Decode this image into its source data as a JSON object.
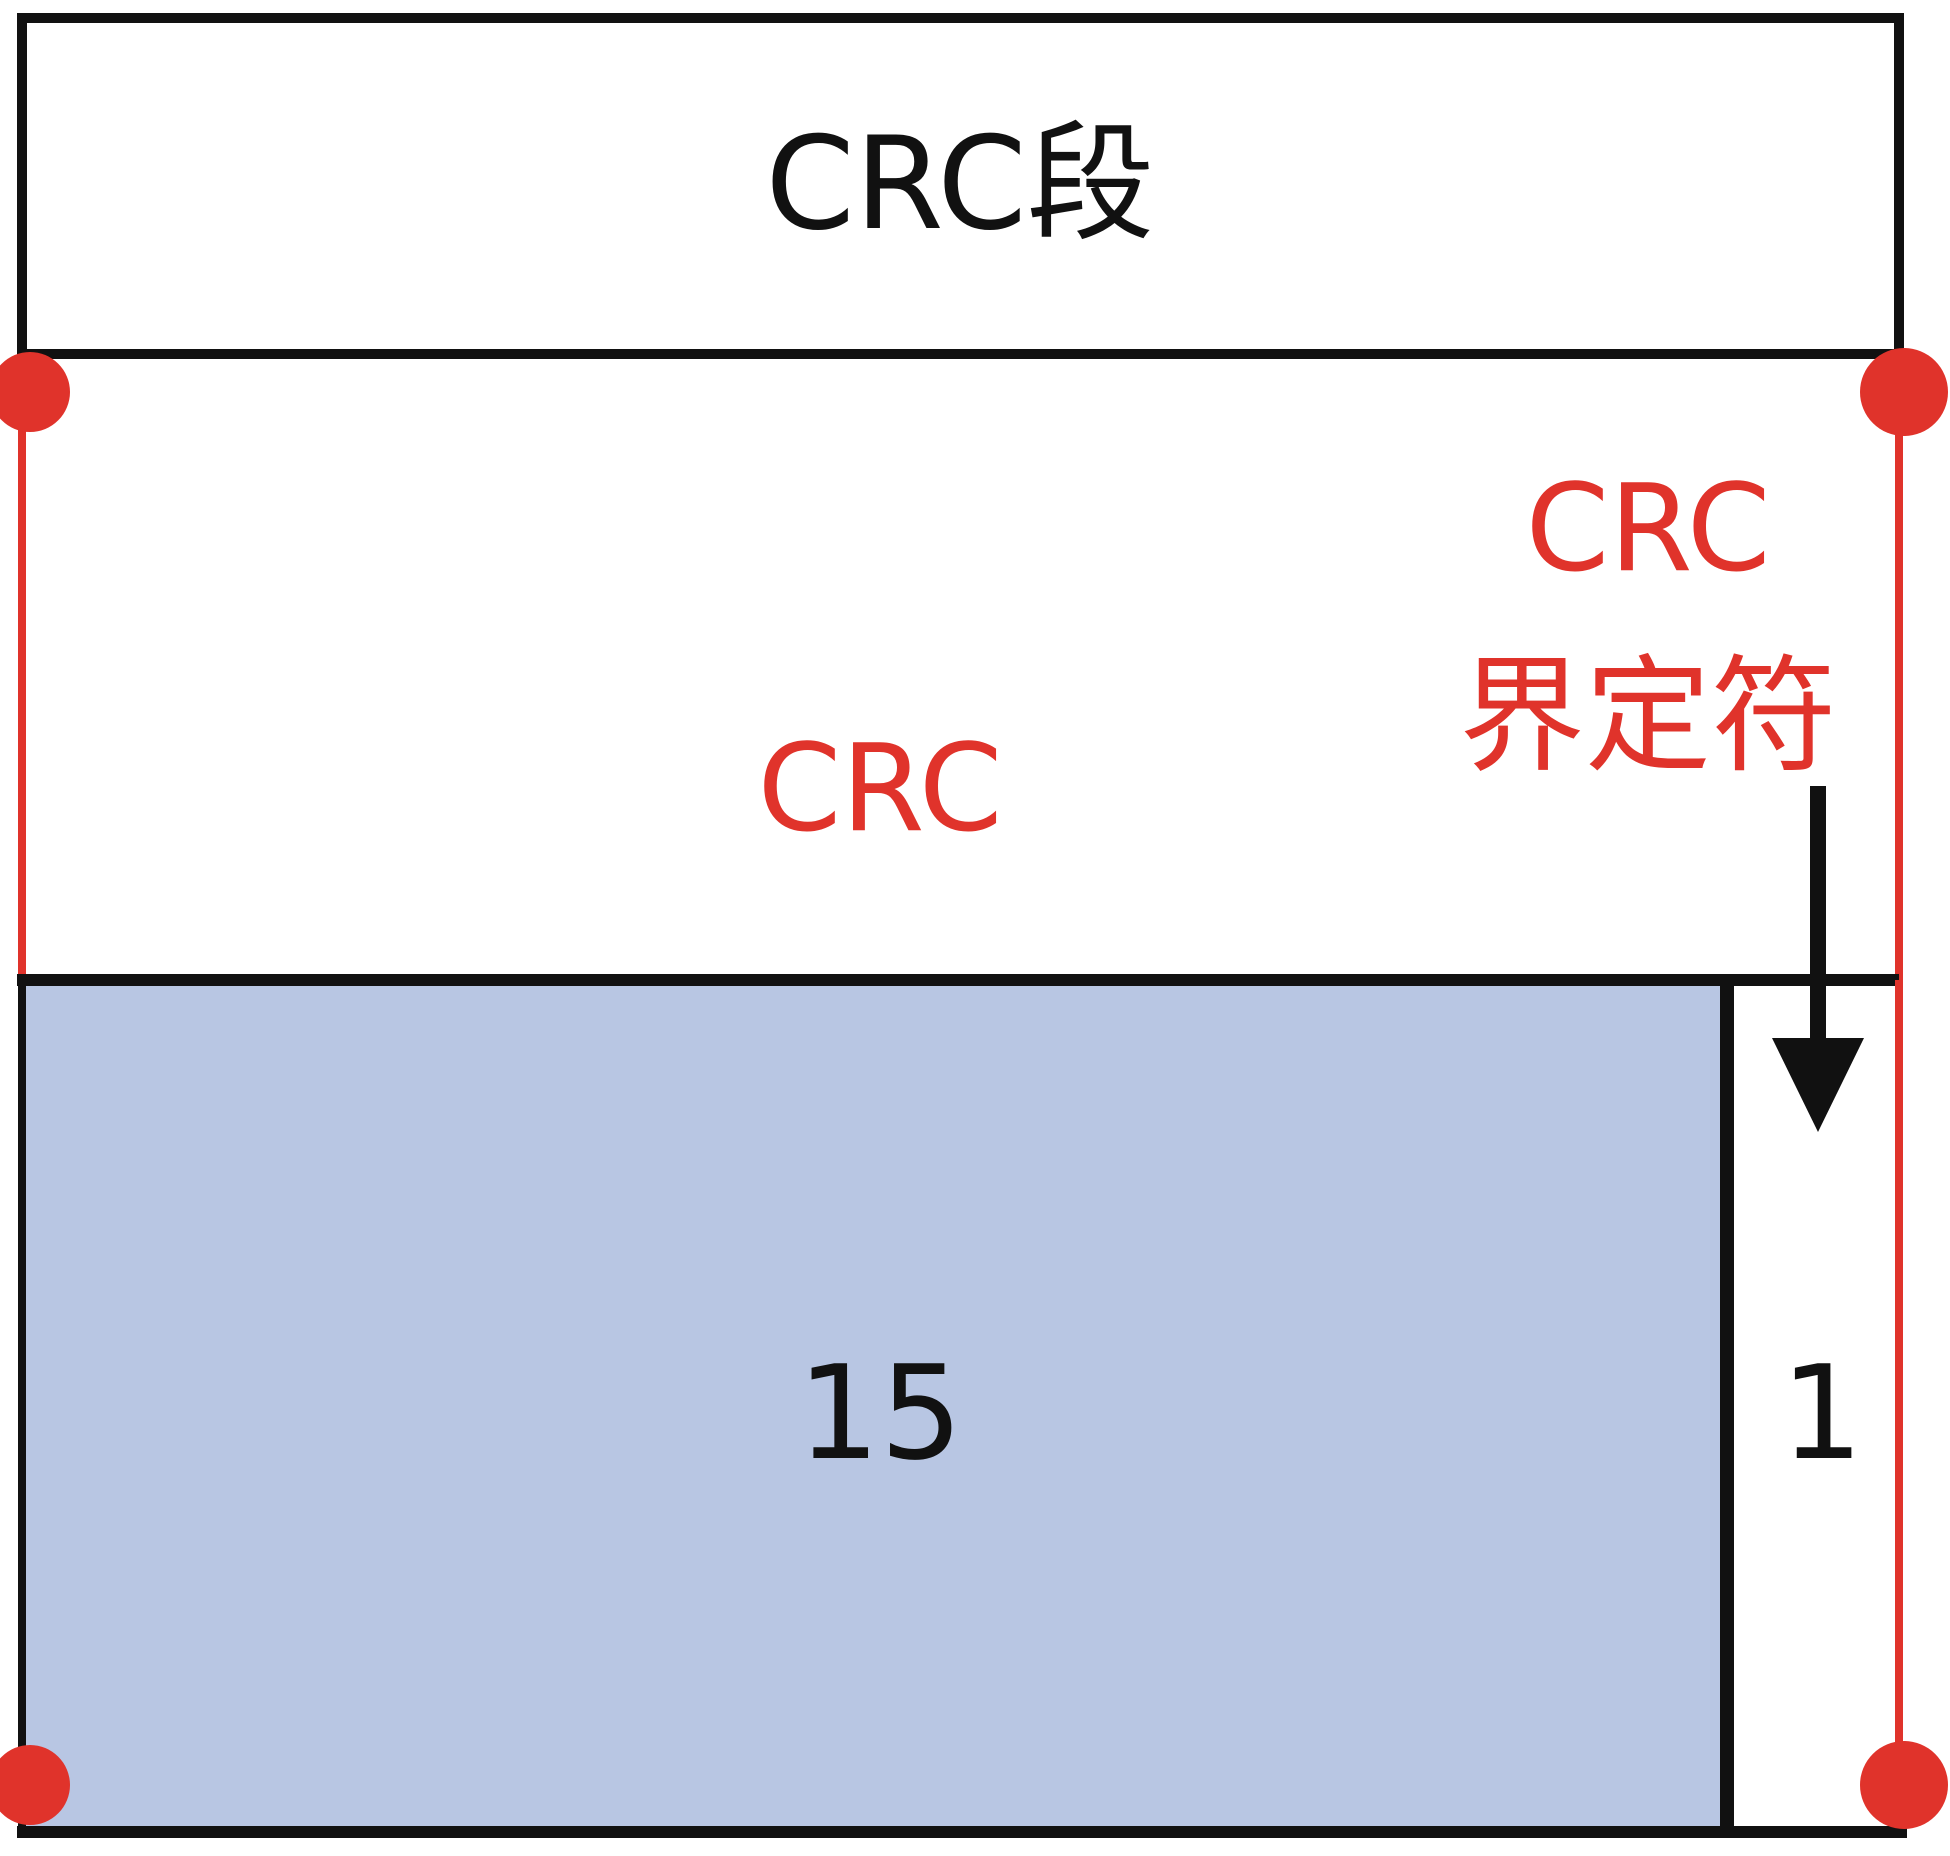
{
  "header": {
    "label": "CRC段"
  },
  "field": {
    "label": "CRC"
  },
  "delimiter": {
    "label_line1": "CRC",
    "label_line2": "界定符"
  },
  "bits": {
    "crc_bits": "15",
    "delimiter_bits": "1"
  },
  "colors": {
    "accent_red": "#e0332b",
    "crc_fill": "#b8c6e3",
    "outline": "#111111"
  }
}
